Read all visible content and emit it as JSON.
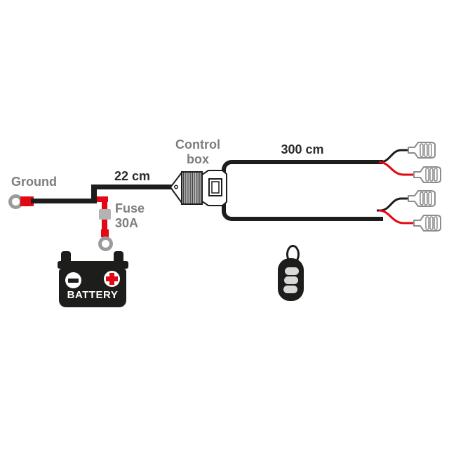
{
  "diagram_title": "remote-controlled wiring harness diagram",
  "labels": {
    "ground": "Ground",
    "front_wire_length": "22 cm",
    "control_box": [
      "Control",
      "box"
    ],
    "fuse": [
      "Fuse",
      "30A"
    ],
    "rear_wire_length": "300 cm",
    "battery": "BATTERY"
  },
  "colors": {
    "wire_black": "#1d1d1b",
    "wire_red": "#e30613",
    "label_gray": "#7d7d7d",
    "label_dark": "#2b2b2b",
    "terminal_ring_gray": "#9b9b9b",
    "fuse_gray": "#b3b3b3",
    "connector_outline_gray": "#8c8c8c",
    "fob_button_gray": "#d9d9d9",
    "background": "#ffffff"
  },
  "icons": {
    "ground_terminal": "ring-terminal-icon",
    "fuse_terminal": "ring-terminal-icon",
    "fuse": "fuse-block-icon",
    "control_box": "control-box-icon",
    "spade_connectors": "spade-connector-icon",
    "battery": "battery-icon",
    "remote": "remote-fob-icon"
  }
}
